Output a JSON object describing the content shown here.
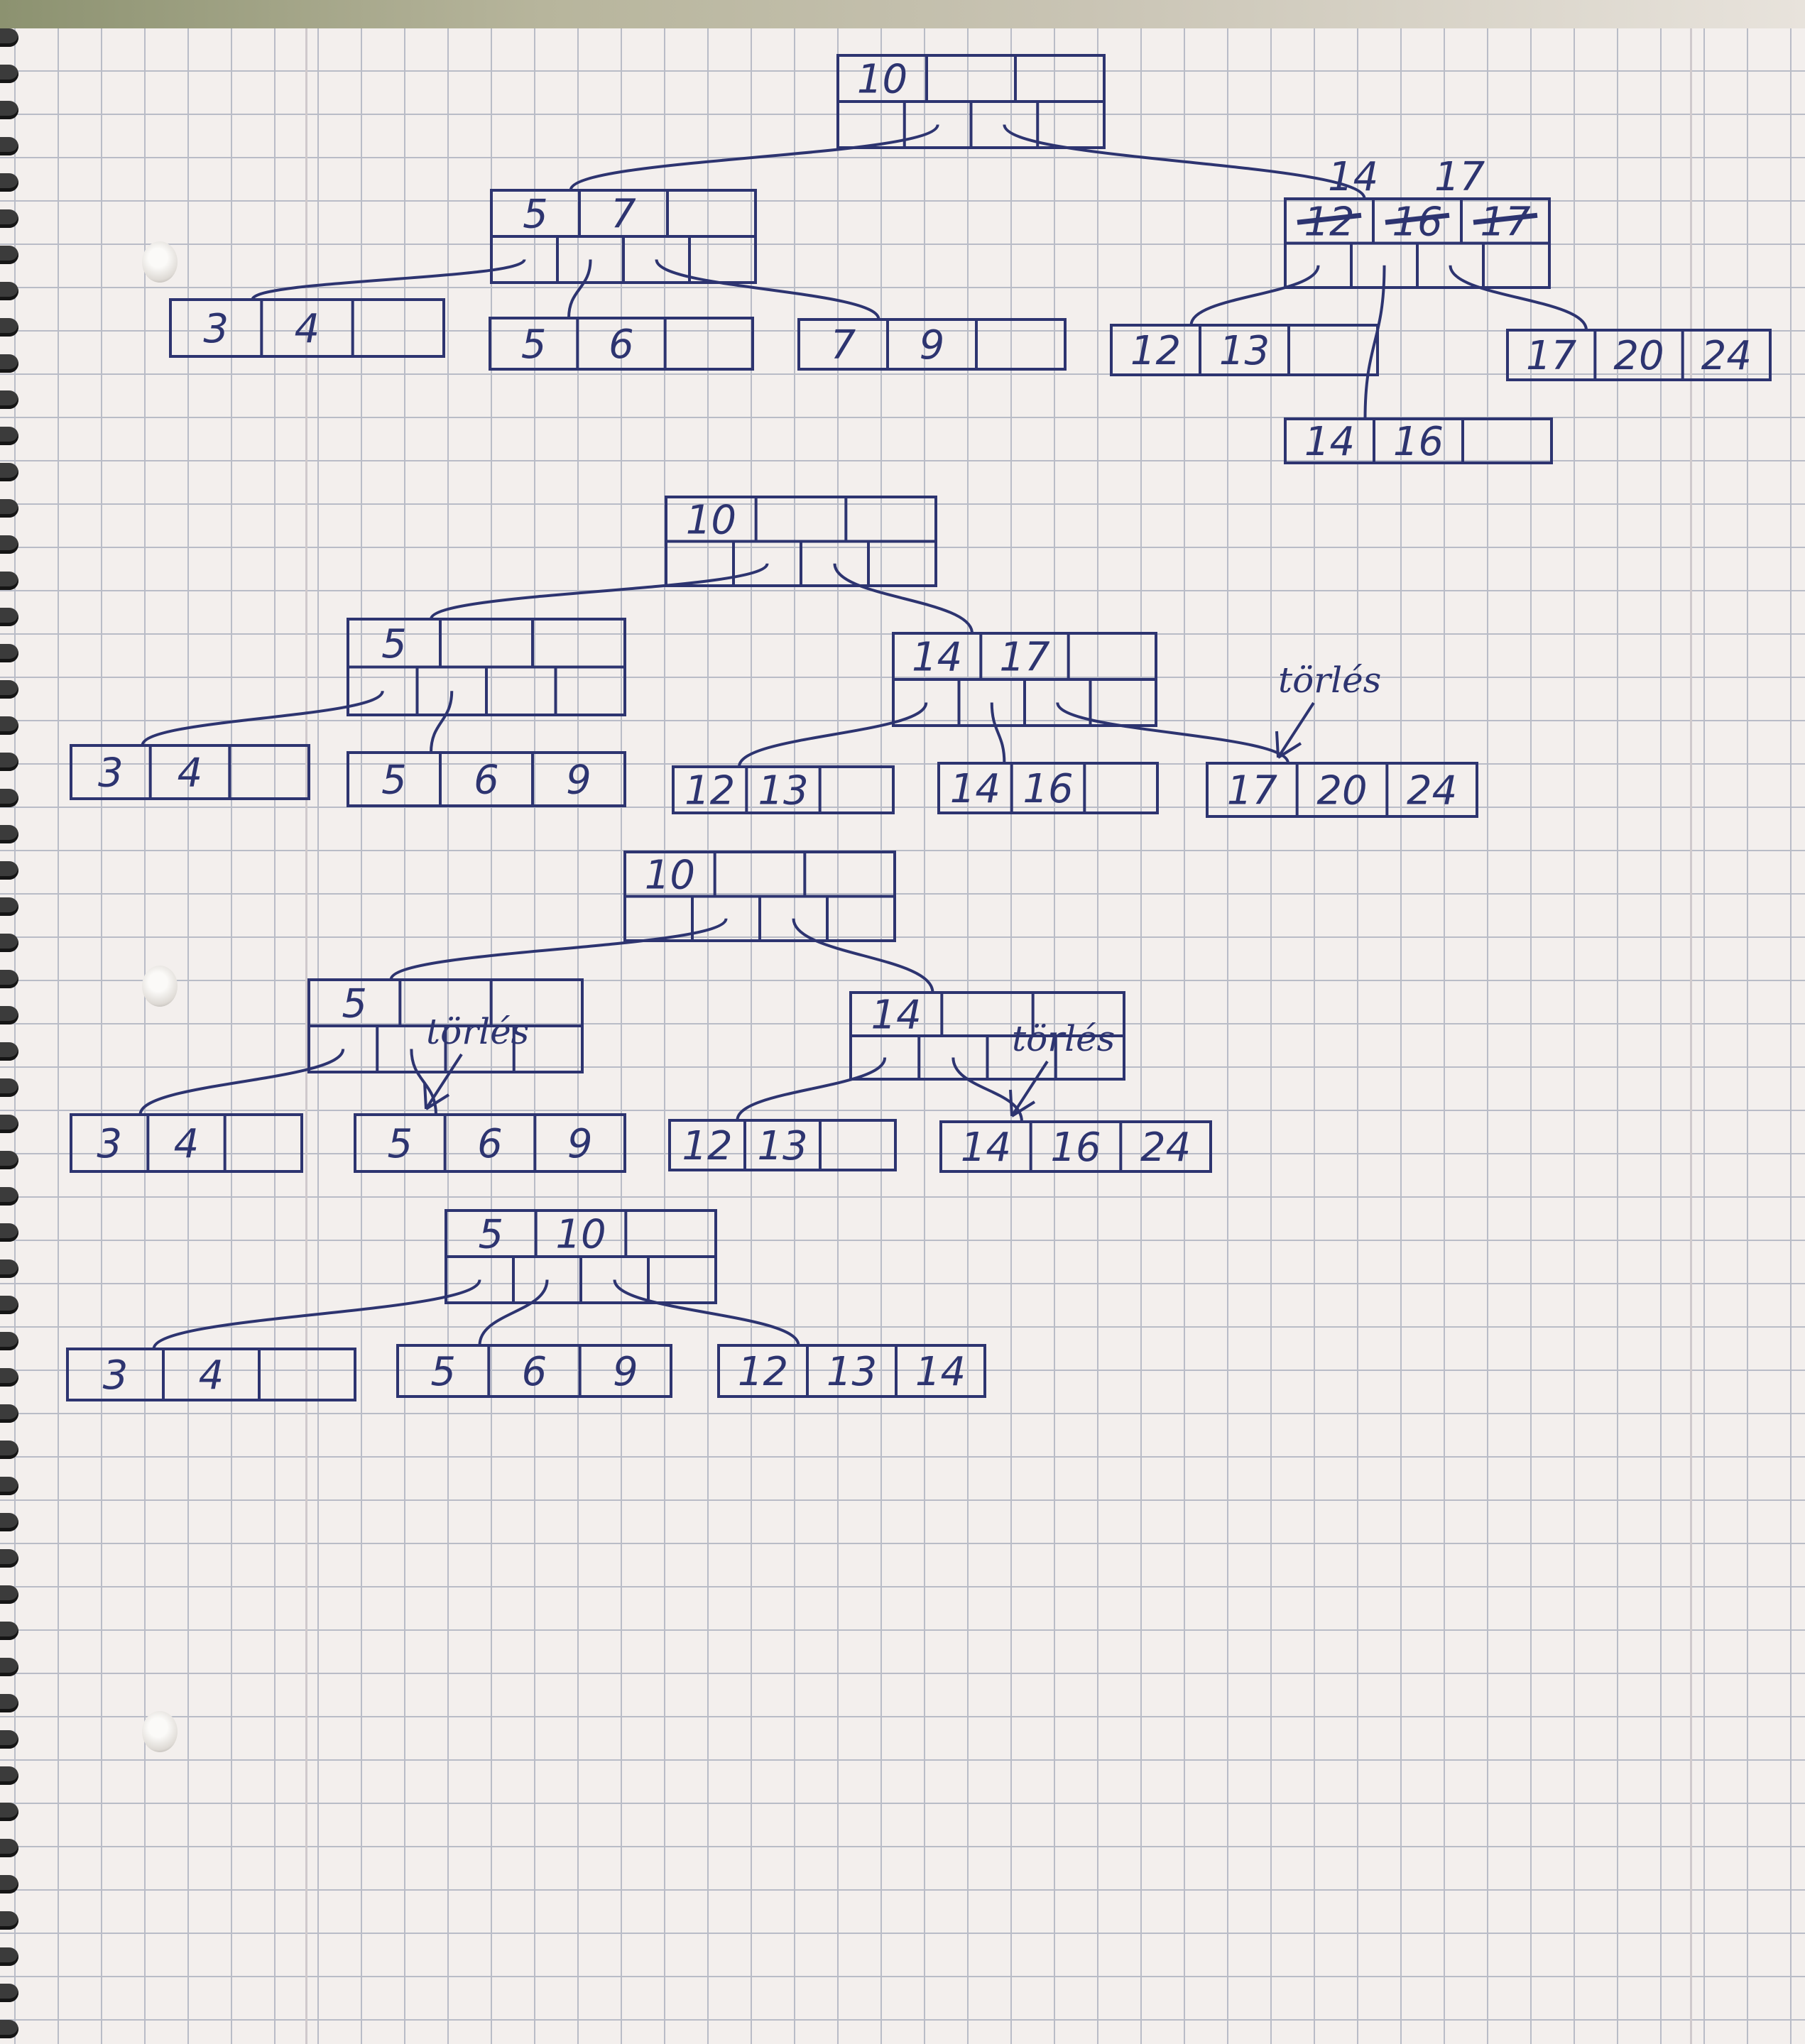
{
  "annotation_word": "törlés",
  "ink_color": "#2d3470",
  "states": [
    {
      "root": [
        "10"
      ],
      "internal": [
        {
          "keys": [
            "5",
            "7"
          ]
        },
        {
          "keys": [
            "14",
            "17"
          ],
          "struck_keys": [
            "12",
            "16",
            "17"
          ]
        }
      ],
      "leaves": [
        {
          "keys": [
            "3",
            "4"
          ]
        },
        {
          "keys": [
            "5",
            "6"
          ]
        },
        {
          "keys": [
            "7",
            "9"
          ]
        },
        {
          "keys": [
            "12",
            "13"
          ]
        },
        {
          "keys": [
            "17",
            "20",
            "24"
          ]
        },
        {
          "keys": [
            "14",
            "16"
          ]
        }
      ]
    },
    {
      "root": [
        "10"
      ],
      "internal": [
        {
          "keys": [
            "5"
          ]
        },
        {
          "keys": [
            "14",
            "17"
          ]
        }
      ],
      "leaves": [
        {
          "keys": [
            "3",
            "4"
          ]
        },
        {
          "keys": [
            "5",
            "6",
            "9"
          ]
        },
        {
          "keys": [
            "12",
            "13"
          ]
        },
        {
          "keys": [
            "14",
            "16"
          ]
        },
        {
          "keys": [
            "17",
            "20",
            "24"
          ],
          "note": "törlés"
        }
      ]
    },
    {
      "root": [
        "10"
      ],
      "internal": [
        {
          "keys": [
            "5"
          ]
        },
        {
          "keys": [
            "14"
          ]
        }
      ],
      "leaves": [
        {
          "keys": [
            "3",
            "4"
          ]
        },
        {
          "keys": [
            "5",
            "6",
            "9"
          ],
          "note": "törlés"
        },
        {
          "keys": [
            "12",
            "13"
          ]
        },
        {
          "keys": [
            "14",
            "16",
            "24"
          ],
          "note": "törlés"
        }
      ]
    },
    {
      "root": [
        "5",
        "10"
      ],
      "internal": [],
      "leaves": [
        {
          "keys": [
            "3",
            "4"
          ]
        },
        {
          "keys": [
            "5",
            "6",
            "9"
          ]
        },
        {
          "keys": [
            "12",
            "13",
            "14"
          ]
        }
      ]
    }
  ]
}
